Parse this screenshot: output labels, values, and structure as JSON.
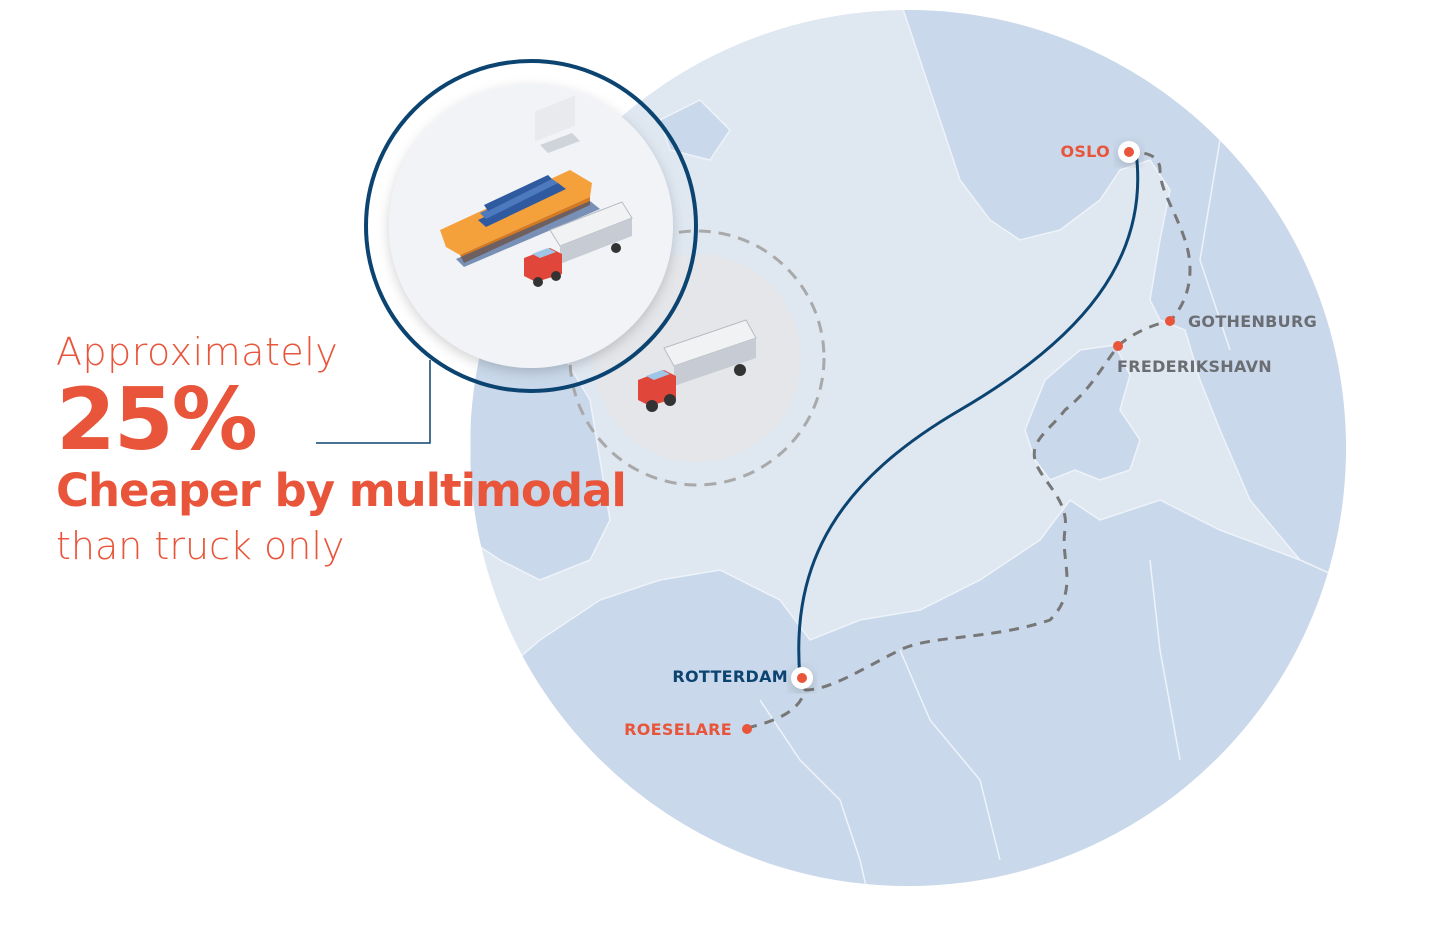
{
  "headline": {
    "line1": "Approximately",
    "line2": "25%",
    "line3": "Cheaper by multimodal",
    "line4": "than truck only"
  },
  "cities": {
    "oslo": "OSLO",
    "gothenburg": "GOTHENBURG",
    "frederikshavn": "FREDERIKSHAVN",
    "rotterdam": "ROTTERDAM",
    "roeselare": "ROESELARE"
  },
  "legend": {
    "multimodal_icons": [
      "ship-icon",
      "truck-icon"
    ],
    "truck_only_icons": [
      "truck-icon"
    ]
  },
  "colors": {
    "accent": "#e8553a",
    "navy": "#0c4471",
    "sea": "#dfe7f1",
    "land": "#c9d8ea",
    "route_truck": "#777777"
  }
}
